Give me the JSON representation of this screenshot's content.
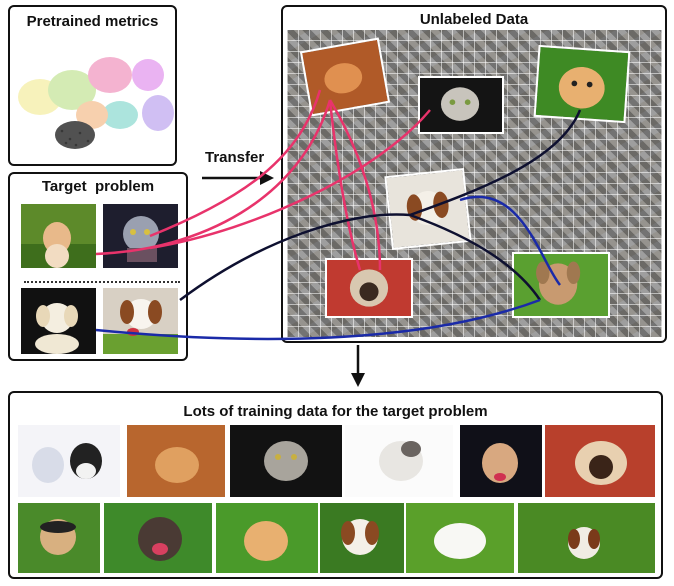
{
  "panels": {
    "pretrained": {
      "title": "Pretrained metrics"
    },
    "target": {
      "title": "Target  problem"
    },
    "unlabeled": {
      "title": "Unlabeled Data"
    },
    "training": {
      "title": "Lots of training data for the target problem"
    }
  },
  "transfer_label": "Transfer",
  "colors": {
    "cat_link": "#e8336b",
    "dog_link_dark": "#0e1030",
    "dog_link_blue": "#1a2aa8",
    "panel_border": "#111111"
  },
  "icons": [
    "arrow-right-icon",
    "arrow-down-icon"
  ]
}
